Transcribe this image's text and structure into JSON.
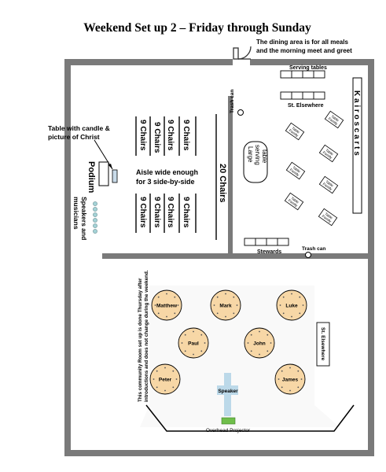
{
  "title": "Weekend Set up 2 – Friday through Sunday",
  "dining_note": [
    "The dining area is for all meals",
    "and the morning meet and greet"
  ],
  "chapel": {
    "chair_label": "9 Chairs",
    "side_chairs": "20 Chairs",
    "aisle_note": [
      "Aisle wide enough",
      "for 3 side-by-side"
    ],
    "candle_note": [
      "Table with candle &",
      "picture of Christ"
    ],
    "podium": "Podium",
    "speakers_note": [
      "Speakers and",
      "musicians"
    ]
  },
  "dining": {
    "serving_tables": "Serving tables",
    "st_elsewhere_top": "St. Elsewhere",
    "kairos_carts": "K a i r o s   c a r t s",
    "trash_can": "Trash can",
    "large_serving_table": [
      "Large",
      "serving",
      "table"
    ],
    "table_family": [
      "Table",
      "Family"
    ],
    "stewards": "Stewards"
  },
  "community": {
    "note": [
      "This community Room set up is done Thursday after",
      "introductions and does not change during the weekend."
    ],
    "tables": [
      "Matthew",
      "Mark",
      "Luke",
      "Paul",
      "John",
      "Peter",
      "James"
    ],
    "speaker": "Speaker",
    "st_elsewhere": "St. Elsewhere",
    "overhead_projector": "Overhead Projector"
  },
  "colors": {
    "wall": "#7a7a7a",
    "round_table": "#f7d7a6",
    "cross": "#bcd9e9",
    "projector": "#6fbe4a",
    "speaker_dot": "#a4d2d6",
    "text": "#000000"
  }
}
